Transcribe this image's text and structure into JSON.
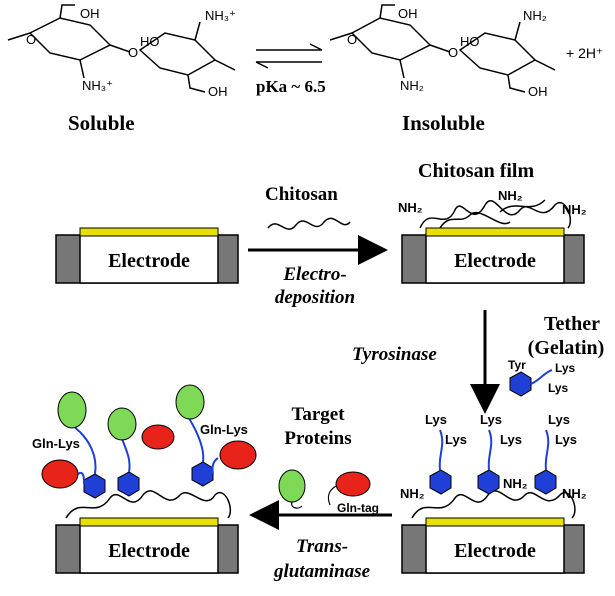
{
  "reaction": {
    "pka": "pKa ~ 6.5",
    "soluble": "Soluble",
    "insoluble": "Insoluble",
    "plus_2h": "+ 2H⁺",
    "left_oh_top": "OH",
    "left_oh_mid": "OH",
    "left_ho": "HO",
    "left_nh3_top": "NH₃⁺",
    "left_nh3_bottom": "NH₃⁺",
    "right_oh_top": "OH",
    "right_oh_mid": "OH",
    "right_ho": "HO",
    "right_nh2_top": "NH₂",
    "right_nh2_bottom": "NH₂"
  },
  "steps": {
    "chitosan": "Chitosan",
    "electro_line1": "Electro-",
    "electro_line2": "deposition",
    "chitosan_film": "Chitosan film",
    "tether_line1": "Tether",
    "tether_line2": "(Gelatin)",
    "tyrosinase": "Tyrosinase",
    "target_line1": "Target",
    "target_line2": "Proteins",
    "trans_line1": "Trans-",
    "trans_line2": "glutaminase",
    "electrode": "Electrode",
    "nh2": "NH₂",
    "tyr": "Tyr",
    "lys": "Lys",
    "gln_lys": "Gln-Lys",
    "gln_tag": "Gln-tag"
  },
  "colors": {
    "electrode_gray": "#777777",
    "electrode_gold": "#e8e000",
    "hexagon_blue": "#1f3fd6",
    "linker_blue": "#1f3fd6",
    "protein_green": "#7ed957",
    "protein_red": "#e8241a"
  }
}
